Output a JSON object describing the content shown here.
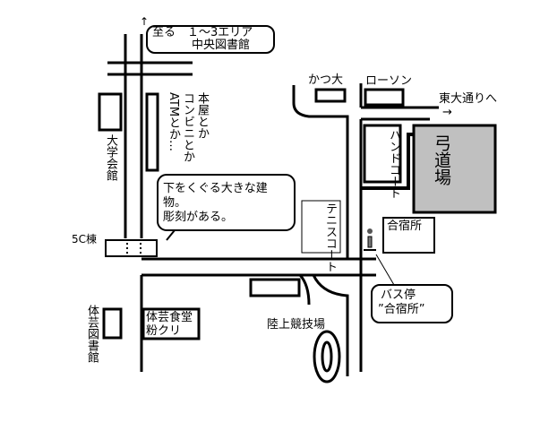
{
  "colors": {
    "dojo_fill": "#c0c0c0",
    "ink": "#000000"
  },
  "labels": {
    "to_area_line1": "至る　１～3エリア",
    "to_area_line2": "中央図書館",
    "up_arrow": "↑",
    "bookstore": "本屋とか",
    "convenience": "コンビニとか",
    "atm": "ATMとか…",
    "student_hall": "大学会館",
    "katsudai": "かつ大",
    "lawson": "ローソン",
    "to_todai_street": "東大通りへ",
    "right_arrow": "→",
    "handball_court": "ハンドコート",
    "kyudojo": "弓道場",
    "tennis_court": "テニスコート",
    "gasshukujo": "合宿所",
    "big_building_line1": "下をくぐる大きな建",
    "big_building_line2": "物。",
    "big_building_line3": "彫刻がある。",
    "building_5c": "5C棟",
    "bus_stop_line1": "バス停",
    "bus_stop_line2": "”合宿所”",
    "taigei_cafeteria_line1": "体芸食堂",
    "taigei_cafeteria_line2": "粉クリ",
    "stadium": "陸上競技場",
    "taigei_library": "体芸図書館"
  }
}
